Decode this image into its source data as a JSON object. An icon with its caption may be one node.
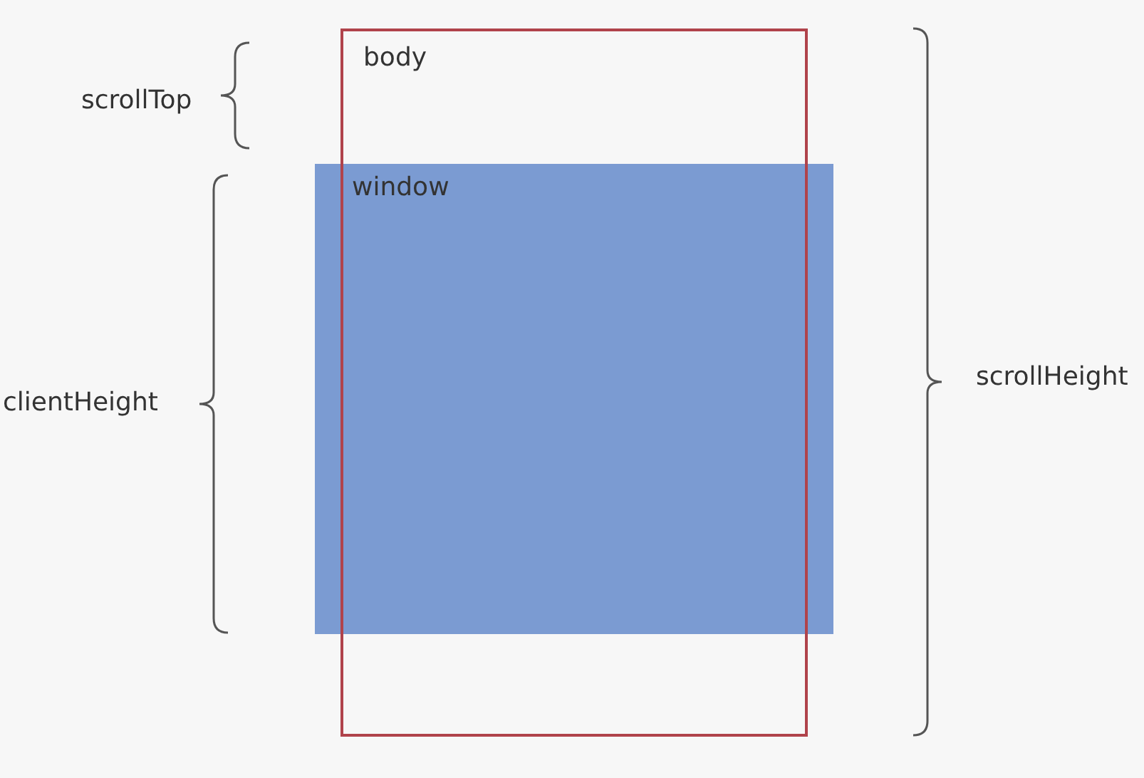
{
  "diagram": {
    "nodes": [
      {
        "text": [
          "body"
        ]
      },
      {
        "text": [
          "window"
        ]
      }
    ],
    "labels": [
      "scrollTop",
      "clientHeight",
      "scrollHeight"
    ]
  }
}
